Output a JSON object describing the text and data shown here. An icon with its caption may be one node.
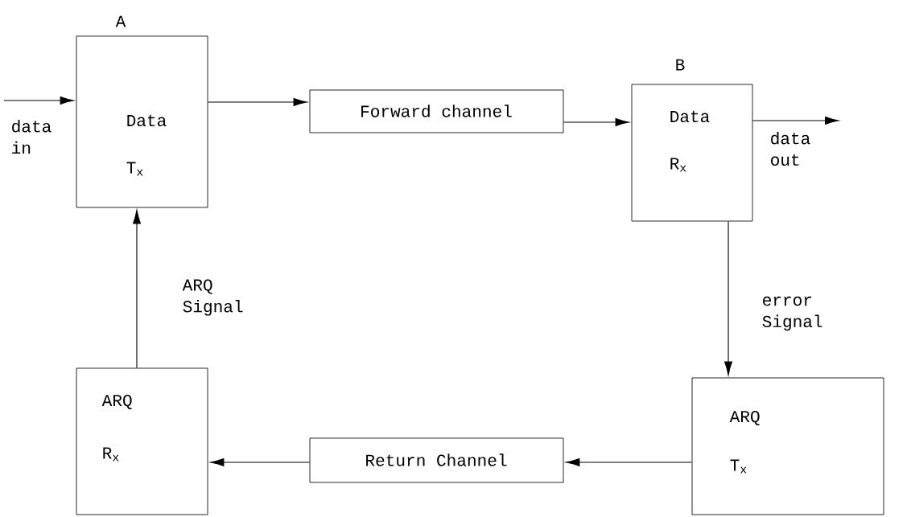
{
  "diagram": {
    "nodes": [
      {
        "text": [
          "A",
          "Data",
          "T$_{x}$"
        ]
      },
      {
        "text": [
          "Forward channel"
        ]
      },
      {
        "text": [
          "B",
          "Data",
          "R$_{x}$"
        ]
      },
      {
        "text": [
          "ARQ",
          "R$_{x}$"
        ]
      },
      {
        "text": [
          "Return Channel"
        ]
      },
      {
        "text": [
          "ARQ",
          "T$_{x}$"
        ]
      }
    ],
    "edges": [
      {
        "from": null,
        "to": 0,
        "arrow": "to",
        "label": "data in"
      },
      {
        "from": 0,
        "to": 1,
        "arrow": "to"
      },
      {
        "from": 1,
        "to": 2,
        "arrow": "to"
      },
      {
        "from": 2,
        "to": null,
        "arrow": "to",
        "label": "data out"
      },
      {
        "from": 2,
        "to": 5,
        "arrow": "to",
        "label": "error Signal"
      },
      {
        "from": 5,
        "to": 4,
        "arrow": "to"
      },
      {
        "from": 4,
        "to": 3,
        "arrow": "to"
      },
      {
        "from": 3,
        "to": 0,
        "arrow": "to",
        "label": "ARQ Signal"
      }
    ]
  }
}
